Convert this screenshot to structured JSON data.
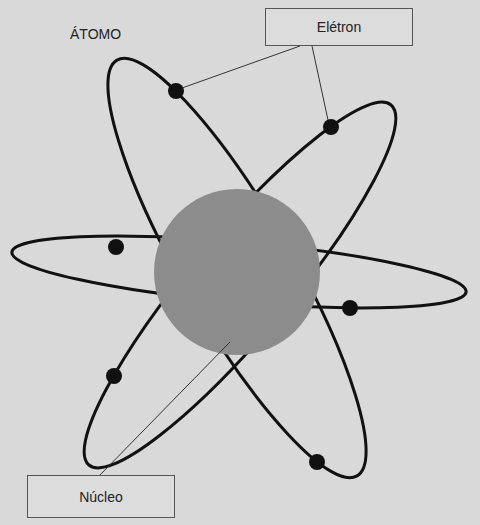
{
  "diagram": {
    "title": "ÁTOMO",
    "nodes": [
      {
        "text": [
          "Elétron"
        ]
      },
      {
        "text": [
          "Núcleo"
        ]
      }
    ]
  }
}
